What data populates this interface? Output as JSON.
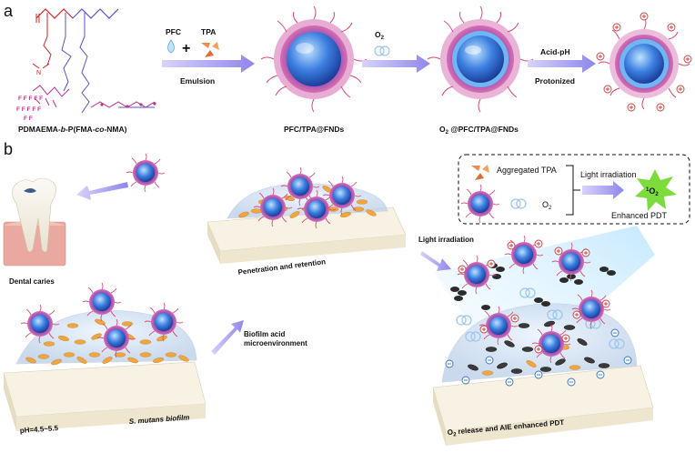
{
  "panels": {
    "a": "a",
    "b": "b"
  },
  "panel_a": {
    "polymer_label_parts": [
      "PDMAEMA-",
      "b",
      "-P(FMA-",
      "co",
      "-NMA)"
    ],
    "pfc_label": "PFC",
    "plus": "+",
    "tpa_label": "TPA",
    "emulsion_label": "Emulsion",
    "nano1_label": "PFC/TPA@FNDs",
    "o2_label_main": "O",
    "o2_label_sub": "2",
    "nano2_label_pre": "O",
    "nano2_label_sub": "2",
    "nano2_label_post": " @PFC/TPA@FNDs",
    "acid_label": "Acid-pH",
    "protonized_label": "Protonized"
  },
  "panel_b": {
    "dental_caries": "Dental caries",
    "penetration": "Penetration and retention",
    "biofilm_acid_1": "Biofilm acid",
    "biofilm_acid_2": "microenvironment",
    "ph_label": "pH=4.5~5.5",
    "biofilm_label": "S. mutans biofilm",
    "light_irradiation": "Light irradiation",
    "release_pre": "O",
    "release_sub": "2",
    "release_post": " release and AIE enhanced PDT",
    "legend": {
      "aggregated_tpa": "Aggregated TPA",
      "o2_pre": "O",
      "o2_sub": "2",
      "light_irradiation": "Light irradiation",
      "singlet_sup": "1",
      "singlet_main": "O",
      "singlet_sub": "2",
      "enhanced_pdt": "Enhanced PDT"
    }
  },
  "colors": {
    "arrow": "#a9a3ee",
    "particle_core": "#3b7fe0",
    "particle_shell": "#c05cb6",
    "bacteria": "#f0a640",
    "star": "#7cdc3c",
    "tpa": "#ef7f4a"
  }
}
